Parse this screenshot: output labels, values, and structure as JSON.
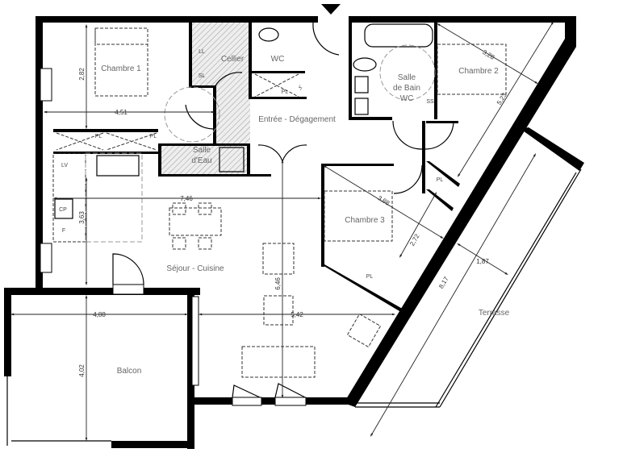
{
  "rooms": {
    "chambre1": "Chambre 1",
    "cellier": "Cellier",
    "wc": "WC",
    "entree": "Entrée - Dégagement",
    "salle_eau_1": "Salle",
    "salle_eau_2": "d'Eau",
    "sdb_1": "Salle",
    "sdb_2": "de Bain",
    "sdb_3": "WC",
    "chambre2": "Chambre 2",
    "chambre3": "Chambre 3",
    "sejour": "Séjour - Cuisine",
    "balcon": "Balcon",
    "terrasse": "Terrasse"
  },
  "fixtures": {
    "ll": "LL",
    "sl": "SL",
    "pl": "PL",
    "lv": "LV",
    "f": "F",
    "ss": "SS",
    "cp": "CP"
  },
  "dimensions": {
    "chambre1_depth": "2,82",
    "chambre1_width": "4,51",
    "sejour_width": "7,46",
    "cuisine_depth": "3,63",
    "balcon_width": "4,88",
    "balcon_depth": "4,02",
    "sejour_width2": "5,42",
    "sejour_depth": "6,46",
    "chambre2_width": "3,28",
    "chambre2_depth": "5,23",
    "chambre3_width": "3,88",
    "chambre3_depth": "2,72",
    "terrasse_length": "8,17",
    "terrasse_width": "1,87"
  },
  "icons": {
    "entry": "entry-arrow-icon",
    "electric": "electric-panel-icon"
  }
}
